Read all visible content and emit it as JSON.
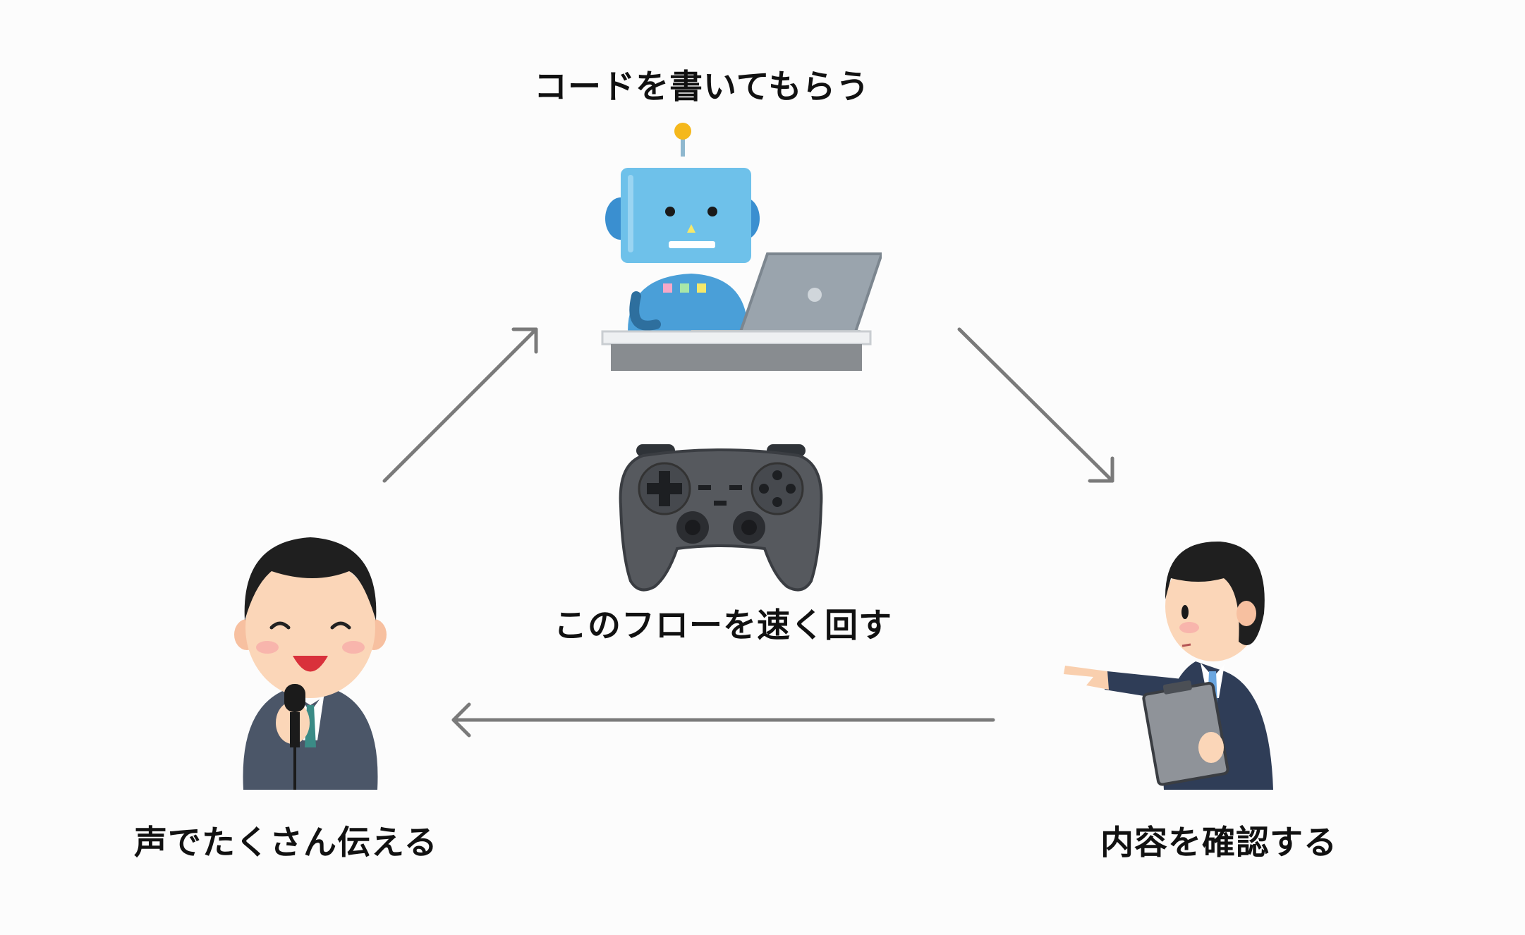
{
  "labels": {
    "write_code": "コードを書いてもらう",
    "loop_fast": "このフローを速く回す",
    "voice": "声でたくさん伝える",
    "review": "内容を確認する"
  },
  "icons": {
    "robot": "robot-at-laptop-icon",
    "controller": "game-controller-icon",
    "speaker": "man-with-microphone-icon",
    "reviewer": "man-pointing-with-clipboard-icon"
  },
  "colors": {
    "arrow": "#7a7a7a",
    "robot_blue": "#6ec1ea",
    "suit": "#3b4656",
    "background": "#fcfcfc"
  }
}
